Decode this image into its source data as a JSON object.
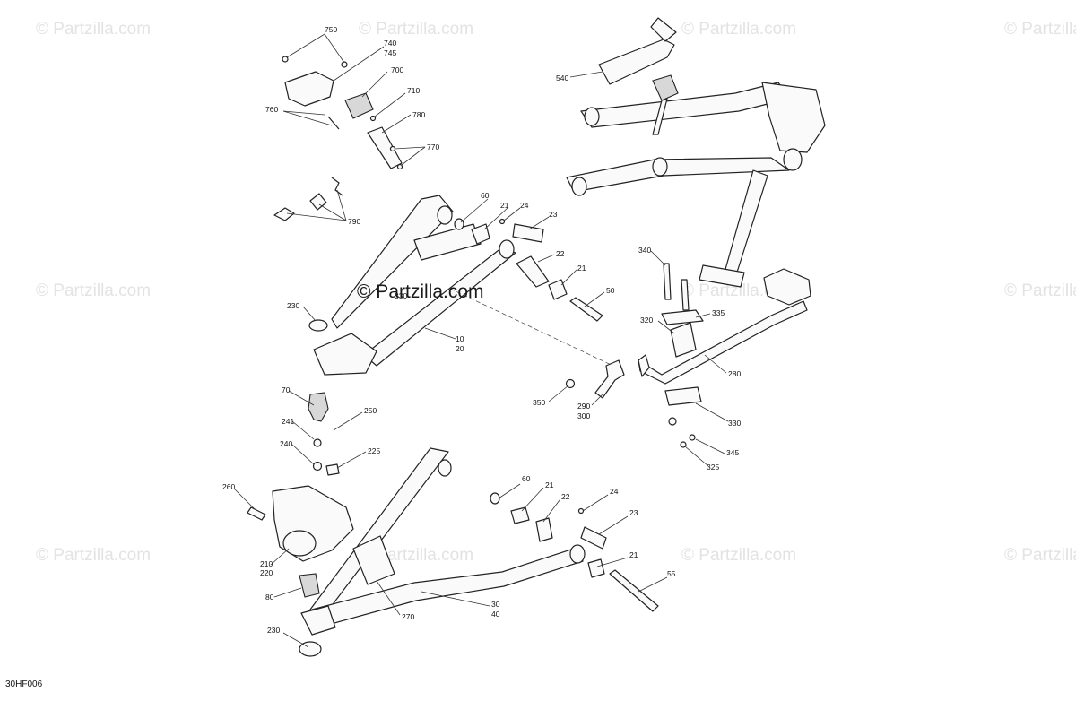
{
  "diagram": {
    "code": "30HF006",
    "watermark_text": "© Partzilla.com",
    "center_watermark_text": "© Partzilla.com",
    "callouts": {
      "c750": "750",
      "c740": "740",
      "c745": "745",
      "c700": "700",
      "c710": "710",
      "c760": "760",
      "c780": "780",
      "c770": "770",
      "c790": "790",
      "c540": "540",
      "c60a": "60",
      "c21a": "21",
      "c24a": "24",
      "c23a": "23",
      "c22a": "22",
      "c21b": "21",
      "c50": "50",
      "c330a": "330",
      "c230a": "230",
      "c10": "10",
      "c20": "20",
      "c70": "70",
      "c241": "241",
      "c250": "250",
      "c240": "240",
      "c225": "225",
      "c340": "340",
      "c335": "335",
      "c320": "320",
      "c280": "280",
      "c350": "350",
      "c290": "290",
      "c300": "300",
      "c330b": "330",
      "c345": "345",
      "c325": "325",
      "c260": "260",
      "c210": "210",
      "c220": "220",
      "c80": "80",
      "c230b": "230",
      "c270": "270",
      "c30": "30",
      "c40": "40",
      "c60b": "60",
      "c21c": "21",
      "c22b": "22",
      "c24b": "24",
      "c23b": "23",
      "c21d": "21",
      "c55": "55"
    }
  }
}
